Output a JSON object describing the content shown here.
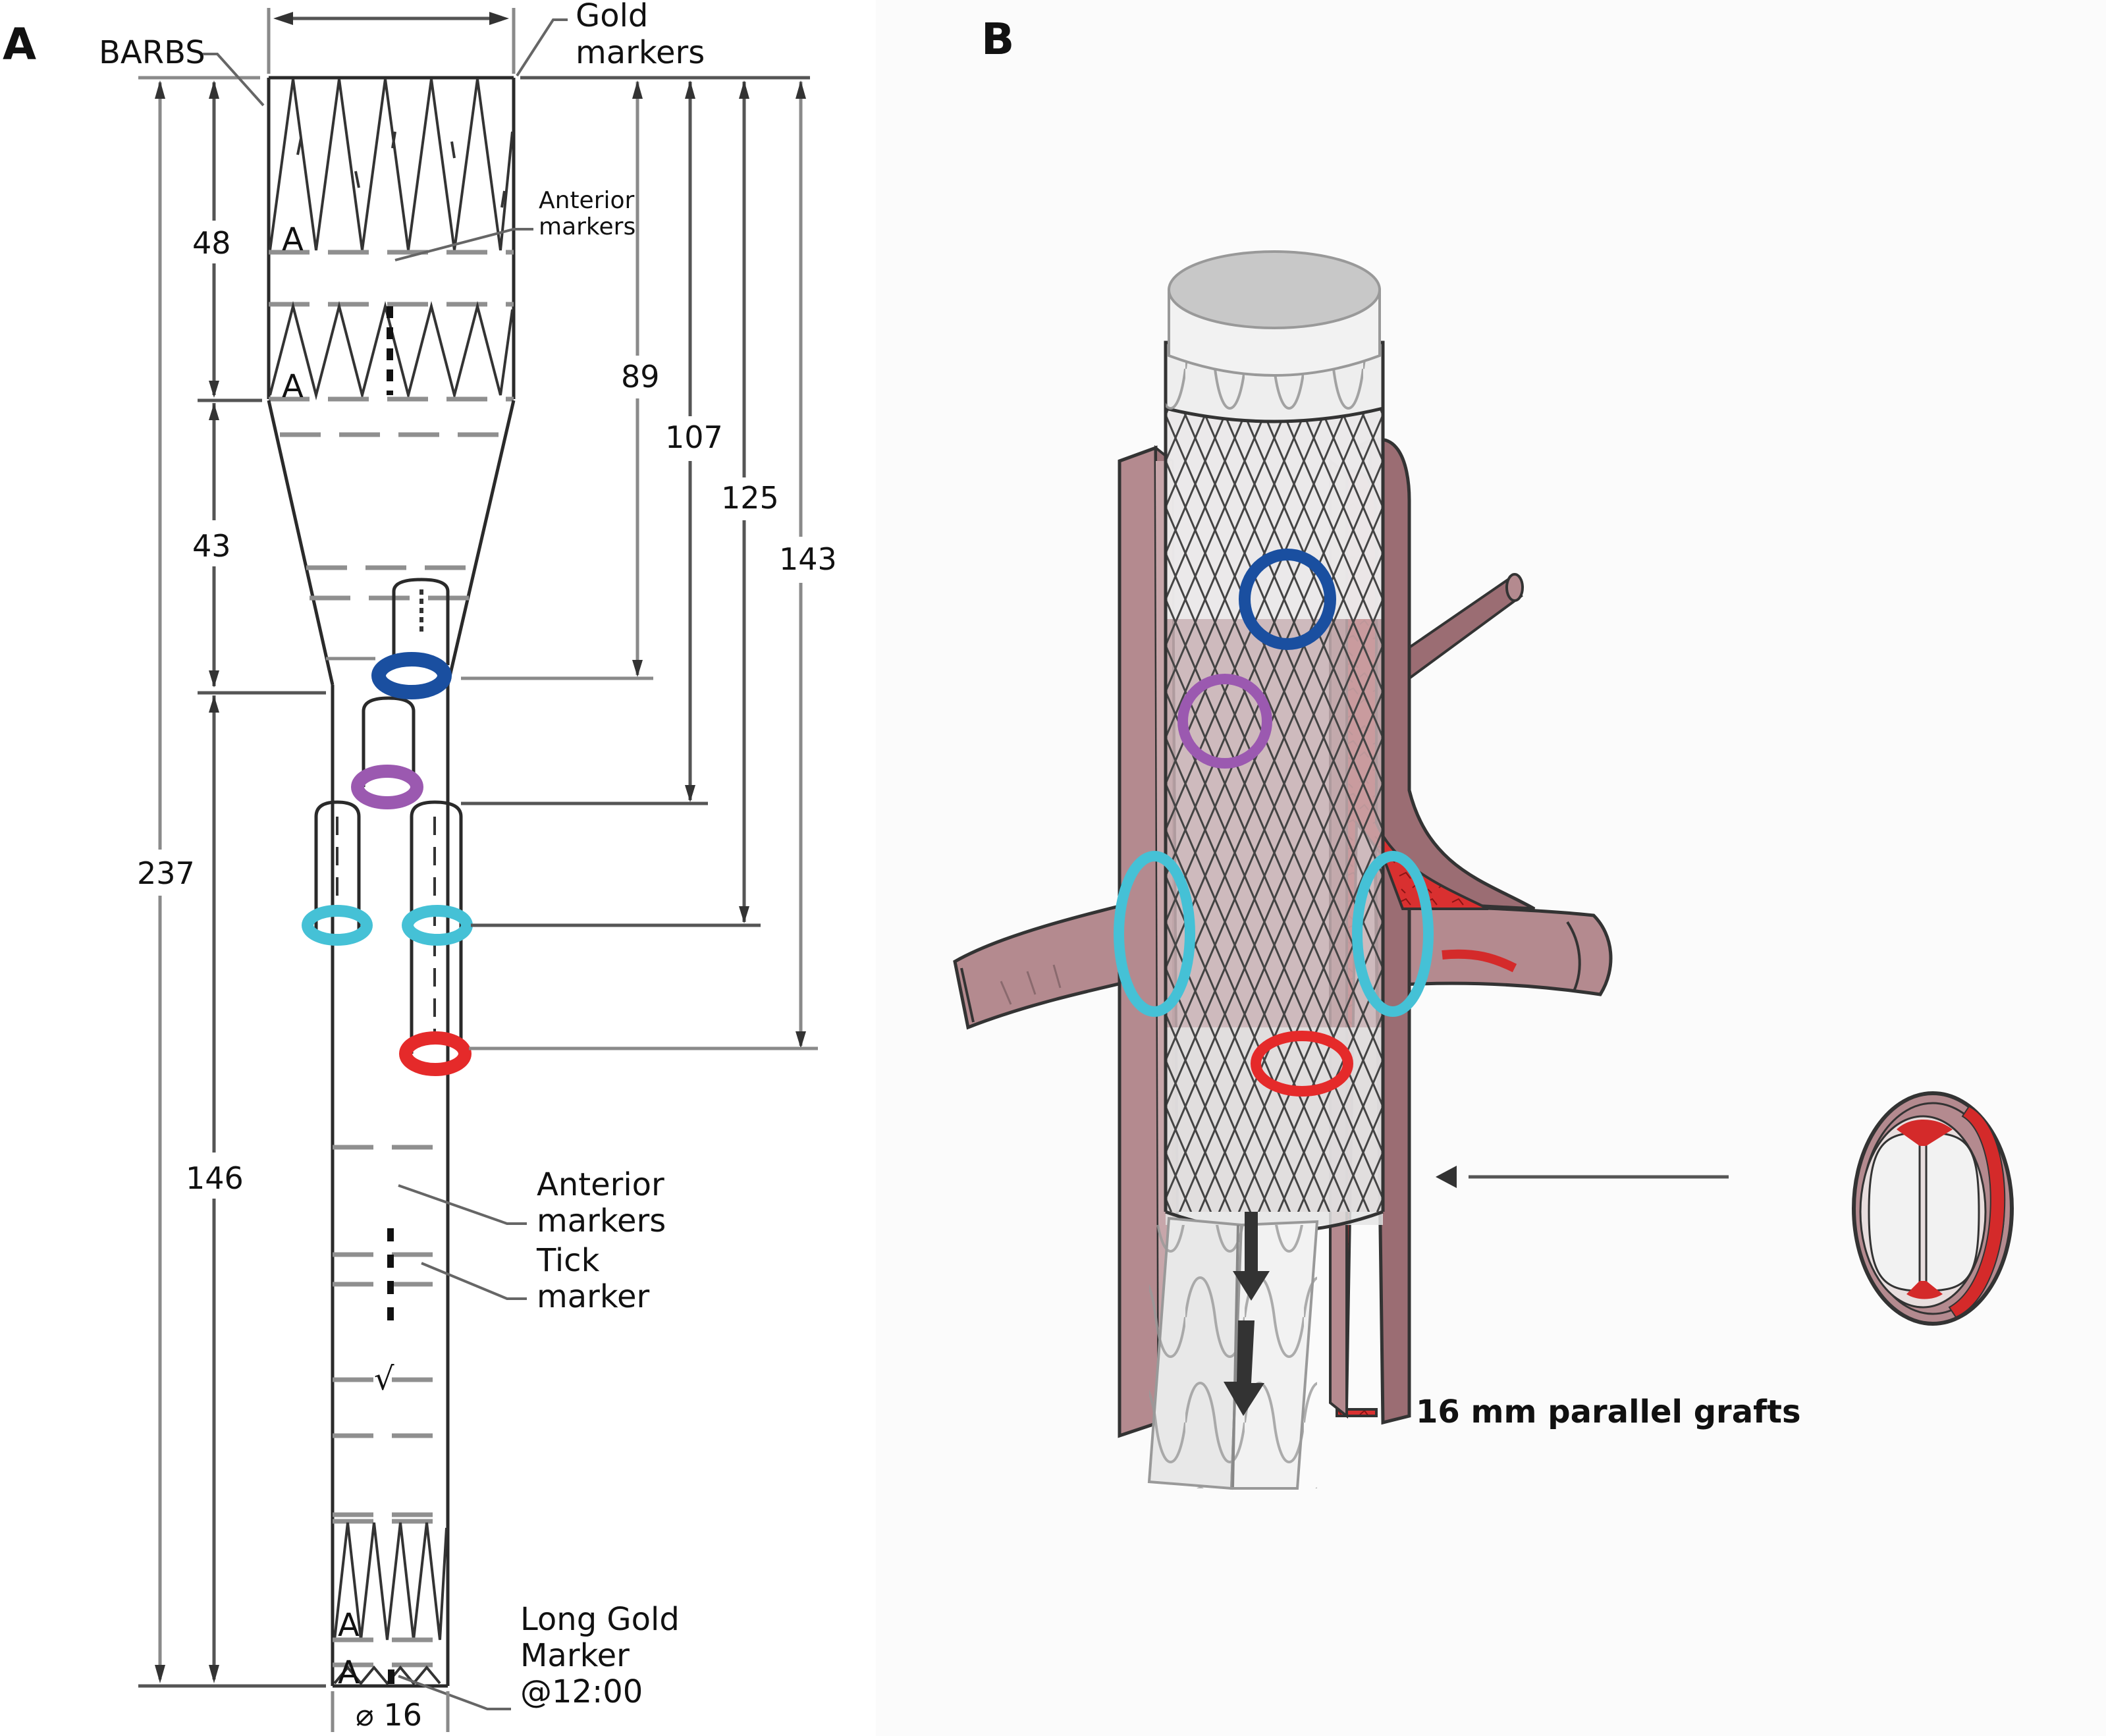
{
  "panels": {
    "a": {
      "label": "A",
      "callouts": {
        "barbs": "BARBS",
        "gold_markers": [
          "Gold",
          "markers"
        ],
        "anterior_markers_top": [
          "Anterior",
          "markers"
        ],
        "anterior_markers_bottom": [
          "Anterior",
          "markers"
        ],
        "tick_marker": [
          "Tick",
          "marker"
        ],
        "long_gold_marker": [
          "Long Gold",
          "Marker",
          "@12:00"
        ],
        "section_letter": "A",
        "tick_glyph": "√"
      },
      "dimensions": {
        "overall_length": "237",
        "proximal_section": "48",
        "taper_section": "43",
        "distal_limb": "146",
        "to_marker_1": "89",
        "to_marker_2": "107",
        "to_marker_3": "125",
        "to_marker_4": "143",
        "distal_diameter": "⌀ 16"
      }
    },
    "b": {
      "label": "B",
      "caption": "16 mm parallel grafts"
    }
  },
  "marker_rings": [
    {
      "name": "blue",
      "color": "#1a4fa0"
    },
    {
      "name": "purple",
      "color": "#9b59b0"
    },
    {
      "name": "cyan",
      "color": "#45c1d6"
    },
    {
      "name": "red",
      "color": "#e52a2a"
    }
  ],
  "colors": {
    "vessel_wall": "#b48a8f",
    "vessel_wall_dark": "#8c5f66",
    "thrombus": "#d42a2a",
    "graft_fabric": "#eeeeee",
    "graft_cap": "#c8c8c8",
    "panel_b_background": "#fbfbfb"
  }
}
